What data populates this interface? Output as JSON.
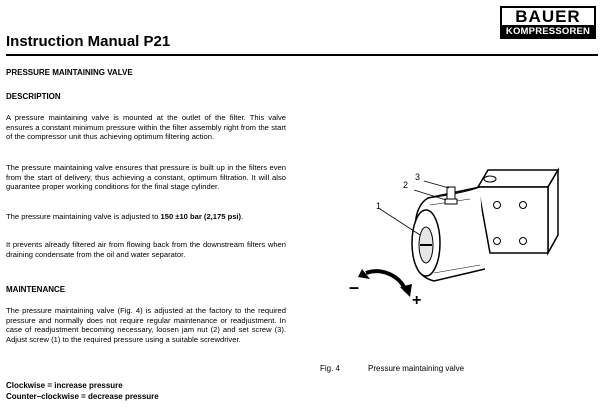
{
  "brand": {
    "top": "BAUER",
    "bottom": "KOMPRESSOREN"
  },
  "header": {
    "title": "Instruction Manual P21"
  },
  "sections": {
    "main_heading": "PRESSURE MAINTAINING VALVE",
    "description_heading": "DESCRIPTION",
    "description_p1": "A pressure maintaining valve is mounted at the outlet of the filter. This valve ensures a constant minimum pressure within the filter assembly right from the start of the compressor unit thus achieving optimum filtering action.",
    "description_p2": "The pressure maintaining valve ensures that pressure is built up in the filters even from the start of delivery, thus achieving a constant, optimum filtration. It will also guarantee proper working conditions for the final stage cylinder.",
    "description_p3_prefix": "The pressure maintaining valve is adjusted to ",
    "description_p3_value": "150 ±10 bar (2,175 psi)",
    "description_p3_suffix": ".",
    "description_p4": "It prevents already filtered air from flowing back from the downstream filters when draining condensate from the oil and water separator.",
    "maintenance_heading": "MAINTENANCE",
    "maintenance_p1": "The pressure maintaining valve (Fig. 4) is adjusted at the factory to the required pressure and normally does not require regular maintenance or readjustment. In case of readjustment becoming necessary, loosen jam nut (2) and set screw (3). Adjust screw (1) to the required pressure using a suitable screwdriver.",
    "clockwise": "Clockwise = increase pressure",
    "counter_clockwise": "Counter–clockwise = decrease pressure"
  },
  "figure": {
    "label": "Fig. 4",
    "caption": "Pressure maintaining valve",
    "callout_1": "1",
    "callout_2": "2",
    "callout_3": "3",
    "minus": "–",
    "plus": "+"
  }
}
